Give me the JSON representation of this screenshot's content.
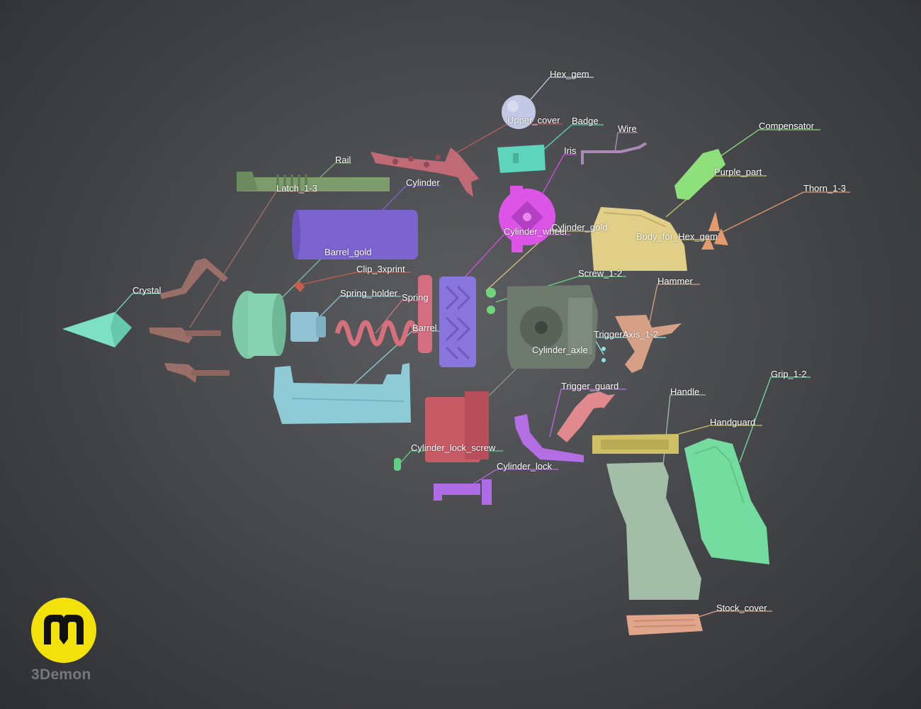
{
  "brand": {
    "name": "3Demon"
  },
  "parts": [
    {
      "id": "hex_gem",
      "label": "Hex_gem",
      "color": "#c7cde8"
    },
    {
      "id": "upper_cover",
      "label": "Upper_cover",
      "color": "#b65a68"
    },
    {
      "id": "badge",
      "label": "Badge",
      "color": "#60d4bb"
    },
    {
      "id": "wire",
      "label": "Wire",
      "color": "#b891bf"
    },
    {
      "id": "iris",
      "label": "Iris",
      "color": "#d64fe0"
    },
    {
      "id": "compensator",
      "label": "Compensator",
      "color": "#8fe07d"
    },
    {
      "id": "purple_part",
      "label": "Purple_part",
      "color": "#c9c76c"
    },
    {
      "id": "thorn",
      "label": "Thorn_1-3",
      "color": "#e59a6e"
    },
    {
      "id": "rail",
      "label": "Rail",
      "color": "#8aab73"
    },
    {
      "id": "latch",
      "label": "Latch_1-3",
      "color": "#a0716a"
    },
    {
      "id": "cylinder",
      "label": "Cylinder",
      "color": "#7c62cc"
    },
    {
      "id": "cylinder_wheel",
      "label": "Cylinder_wheel",
      "color": "#d64fe0"
    },
    {
      "id": "cylinder_gold",
      "label": "Cylinder_gold",
      "color": "#d7c481"
    },
    {
      "id": "body_for_hex_gem",
      "label": "Body_for_Hex_gem",
      "color": "#e0cd85"
    },
    {
      "id": "barrel_gold",
      "label": "Barrel_gold",
      "color": "#7cc3a6"
    },
    {
      "id": "clip",
      "label": "Clip_3xprint",
      "color": "#c4604d"
    },
    {
      "id": "screw",
      "label": "Screw_1-2",
      "color": "#6fd47f"
    },
    {
      "id": "crystal",
      "label": "Crystal",
      "color": "#7ee0c4"
    },
    {
      "id": "spring_holder",
      "label": "Spring_holder",
      "color": "#90c2d4"
    },
    {
      "id": "spring",
      "label": "Spring",
      "color": "#d6707c"
    },
    {
      "id": "hammer",
      "label": "Hammer",
      "color": "#d8a285"
    },
    {
      "id": "barrel",
      "label": "Barrel",
      "color": "#8fccd6"
    },
    {
      "id": "trigger_axis",
      "label": "TriggerAxis_1-2",
      "color": "#8fe3de"
    },
    {
      "id": "cylinder_axle",
      "label": "Cylinder_axle",
      "color": "#8b9a8c"
    },
    {
      "id": "trigger_guard",
      "label": "Trigger_guard",
      "color": "#b868e0"
    },
    {
      "id": "handle",
      "label": "Handle",
      "color": "#a3bfa6"
    },
    {
      "id": "grip",
      "label": "Grip_1-2",
      "color": "#74dca0"
    },
    {
      "id": "handguard",
      "label": "Handguard",
      "color": "#cfc065"
    },
    {
      "id": "cylinder_lock_screw",
      "label": "Cylinder_lock_screw",
      "color": "#5fcf86"
    },
    {
      "id": "cylinder_lock",
      "label": "Cylinder_lock",
      "color": "#b56de3"
    },
    {
      "id": "stock_cover",
      "label": "Stock_cover",
      "color": "#e0a58a"
    }
  ]
}
